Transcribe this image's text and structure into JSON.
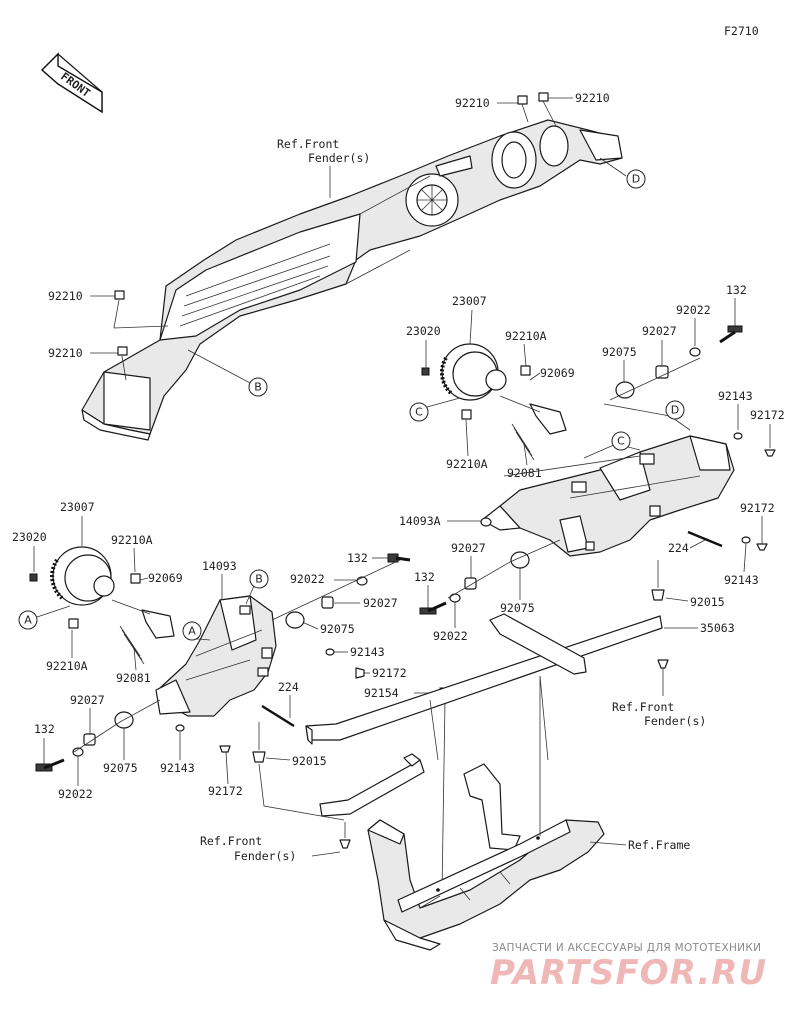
{
  "figure_id": "F2710",
  "front_badge": "FRONT",
  "labels": {
    "p92210_a": "92210",
    "p92210_b": "92210",
    "p92210_c": "92210",
    "p92210_d": "92210",
    "ref_front_fender_top": "Ref.Front",
    "ref_front_fender_top2": "Fender(s)",
    "p23007_r": "23007",
    "p23020_r": "23020",
    "p92210A_r1": "92210A",
    "p92069_r": "92069",
    "p92210A_r2": "92210A",
    "p92081_r": "92081",
    "p132_r": "132",
    "p92022_r": "92022",
    "p92027_r": "92027",
    "p92075_r": "92075",
    "p92143_r1": "92143",
    "p92172_r1": "92172",
    "p14093A": "14093A",
    "p92172_r2": "92172",
    "p224_r": "224",
    "p92143_r2": "92143",
    "p92015_r": "92015",
    "p35063": "35063",
    "ref_front_fender_mid": "Ref.Front",
    "ref_front_fender_mid2": "Fender(s)",
    "p92027_m": "92027",
    "p132_m": "132",
    "p92022_m": "92022",
    "p92075_m": "92075",
    "p23007_l": "23007",
    "p23020_l": "23020",
    "p92210A_l1": "92210A",
    "p92069_l": "92069",
    "p14093": "14093",
    "p132_l1": "132",
    "p92022_l1": "92022",
    "p92027_l1": "92027",
    "p92075_l1": "92075",
    "p92143_l1": "92143",
    "p92172_l1": "92172",
    "p92210A_l2": "92210A",
    "p92081_l": "92081",
    "p224_l": "224",
    "p92154": "92154",
    "p92027_l2": "92027",
    "p132_l2": "132",
    "p92075_l2": "92075",
    "p92143_l2": "92143",
    "p92022_l2": "92022",
    "p92172_l2": "92172",
    "p92015_l": "92015",
    "ref_front_fender_bot": "Ref.Front",
    "ref_front_fender_bot2": "Fender(s)",
    "ref_frame": "Ref.Frame"
  },
  "callouts": {
    "a1": "A",
    "a2": "A",
    "b1": "B",
    "b2": "B",
    "c1": "C",
    "c2": "C",
    "d1": "D",
    "d2": "D"
  },
  "watermark": {
    "line1": "ЗАПЧАСТИ И АКСЕССУАРЫ ДЛЯ МОТОТЕХНИКИ",
    "line2": "PARTSFOR.RU"
  }
}
